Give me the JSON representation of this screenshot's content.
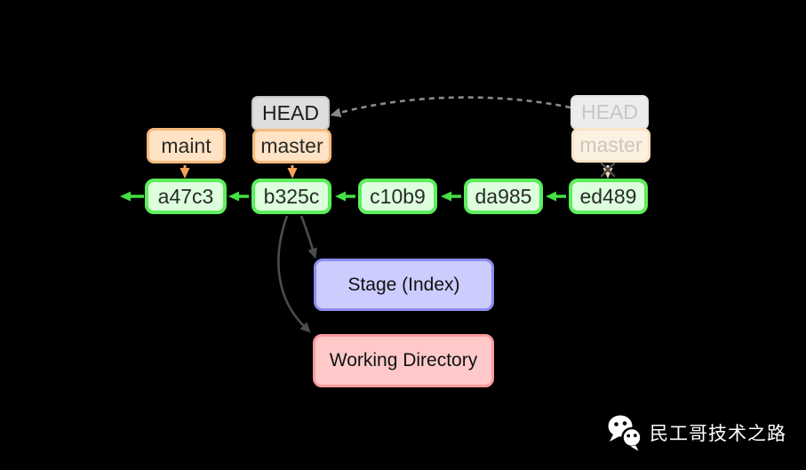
{
  "diagram": {
    "head": {
      "label": "HEAD"
    },
    "master": {
      "label": "master"
    },
    "maint": {
      "label": "maint"
    },
    "ghost_head": {
      "label": "HEAD"
    },
    "ghost_master": {
      "label": "master"
    },
    "commits": [
      {
        "id": "a47c3"
      },
      {
        "id": "b325c"
      },
      {
        "id": "c10b9"
      },
      {
        "id": "da985"
      },
      {
        "id": "ed489"
      }
    ],
    "stage": {
      "label": "Stage (Index)"
    },
    "working_directory": {
      "label": "Working Directory"
    }
  },
  "watermark": {
    "icon": "wechat-icon",
    "text": "民工哥技术之路"
  },
  "colors": {
    "background": "#000000",
    "commit_fill": "#ddffdd",
    "commit_border": "#5cee5c",
    "commit_arrow": "#44e044",
    "branch_fill": "#ffe3c4",
    "branch_border": "#f6ba7d",
    "branch_arrow": "#f5a25d",
    "ghost_branch_arrow": "#f8d2a8",
    "head_fill": "#dedede",
    "head_border": "#c4c4c4",
    "ghost_head_fill": "#ececec",
    "ghost_text": "#cfc5b9",
    "stage_fill": "#ccccff",
    "stage_border": "#8c8cee",
    "working_fill": "#ffc9c9",
    "working_border": "#ff9a9a",
    "dashed_arrow": "#8a8a8a",
    "reset_arrow": "#4c4c4c",
    "watermark_text": "#ffffff"
  }
}
